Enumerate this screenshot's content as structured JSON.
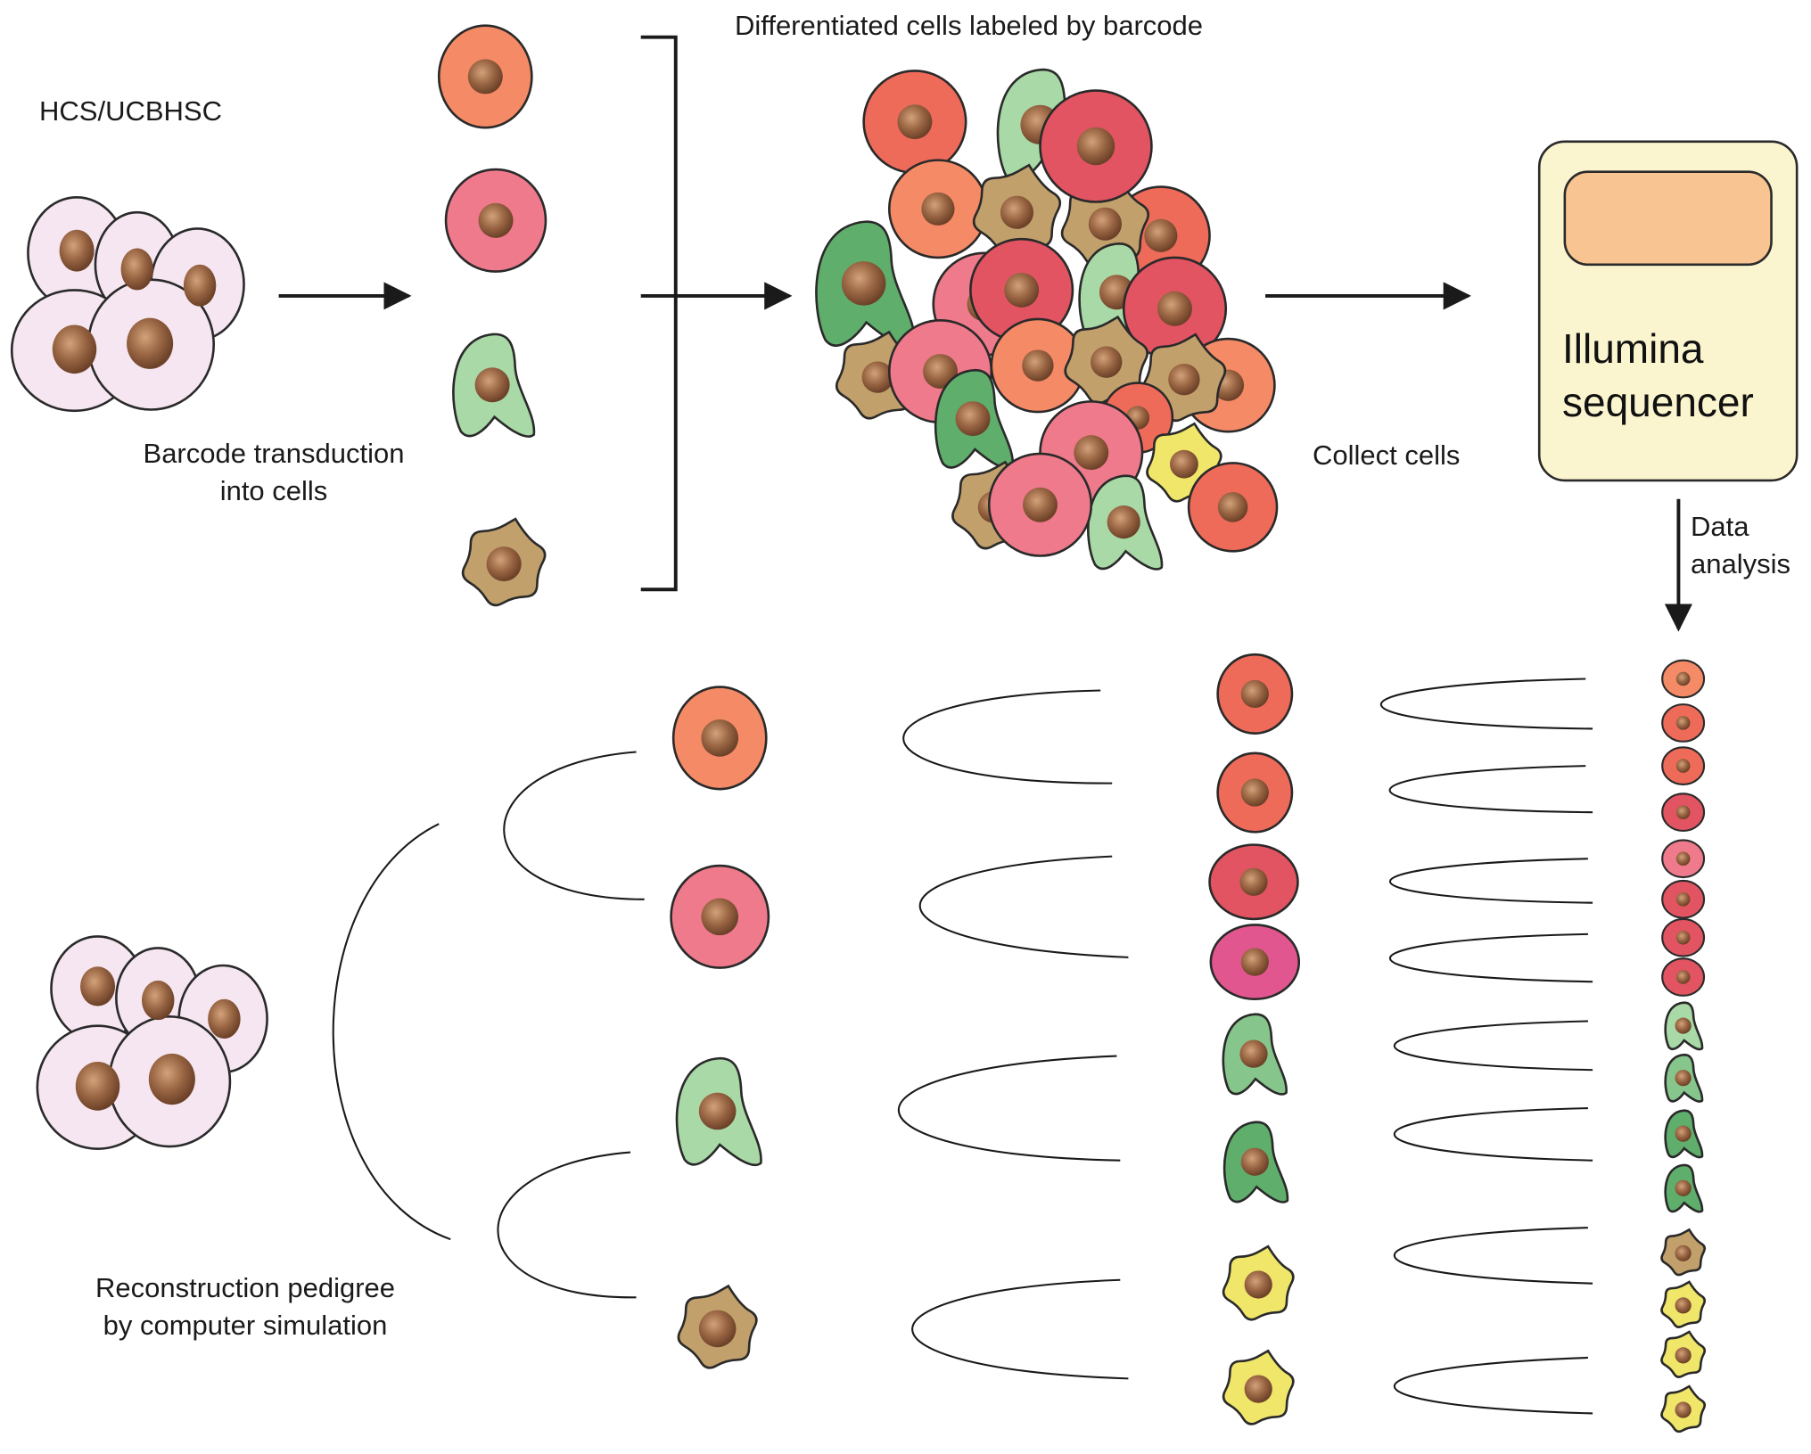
{
  "colors": {
    "stem_membrane": "#f5e6f1",
    "nucleus": "#8c5a3c",
    "orange_cell": "#f58a66",
    "salmon_cell": "#ee6b5a",
    "red_cell": "#e25462",
    "pink_cell": "#ef7a8c",
    "magenta_cell": "#e25690",
    "light_green_cell": "#a8d9a6",
    "mid_green_cell": "#86c68c",
    "dark_green_cell": "#5fae6c",
    "tan_cell": "#c2a06b",
    "yellow_cell": "#f0e66a",
    "sequencer_body": "#fbf5cf",
    "sequencer_screen": "#f8c491",
    "line": "#1a1a1a"
  },
  "labels": {
    "hcs_title": "HCS/UCBHSC",
    "barcode_transduction": "Barcode transduction\ninto cells",
    "differentiated_title": "Differentiated cells labeled by barcode",
    "collect_cells": "Collect cells",
    "sequencer": "Illumina\nsequencer",
    "data_analysis": "Data\nanalysis",
    "reconstruction": "Reconstruction pedigree\nby computer simulation"
  }
}
